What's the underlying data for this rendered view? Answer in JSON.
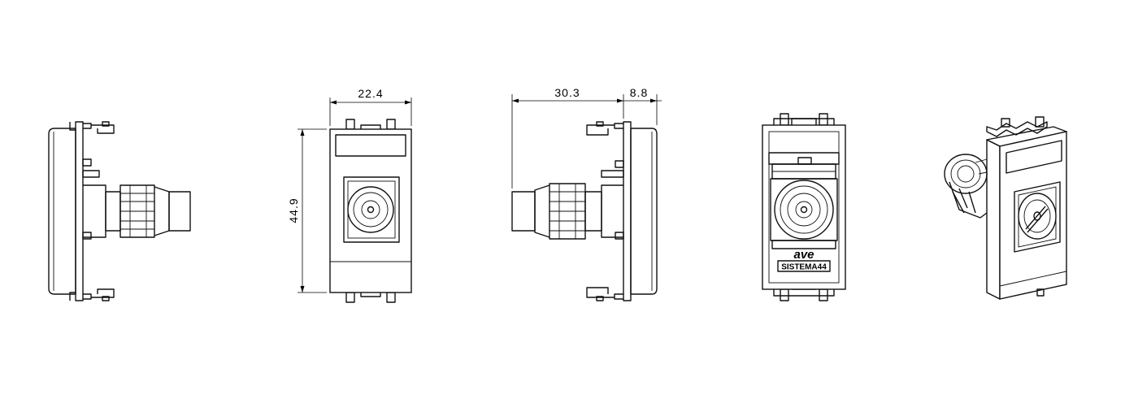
{
  "dimensions": {
    "front_width": "22.4",
    "front_height": "44.9",
    "side_depth": "30.3",
    "side_front_depth": "8.8"
  },
  "markings": {
    "brand": "ave",
    "series": "SISTEMA44"
  },
  "colors": {
    "line": "#111111",
    "background": "#ffffff"
  }
}
